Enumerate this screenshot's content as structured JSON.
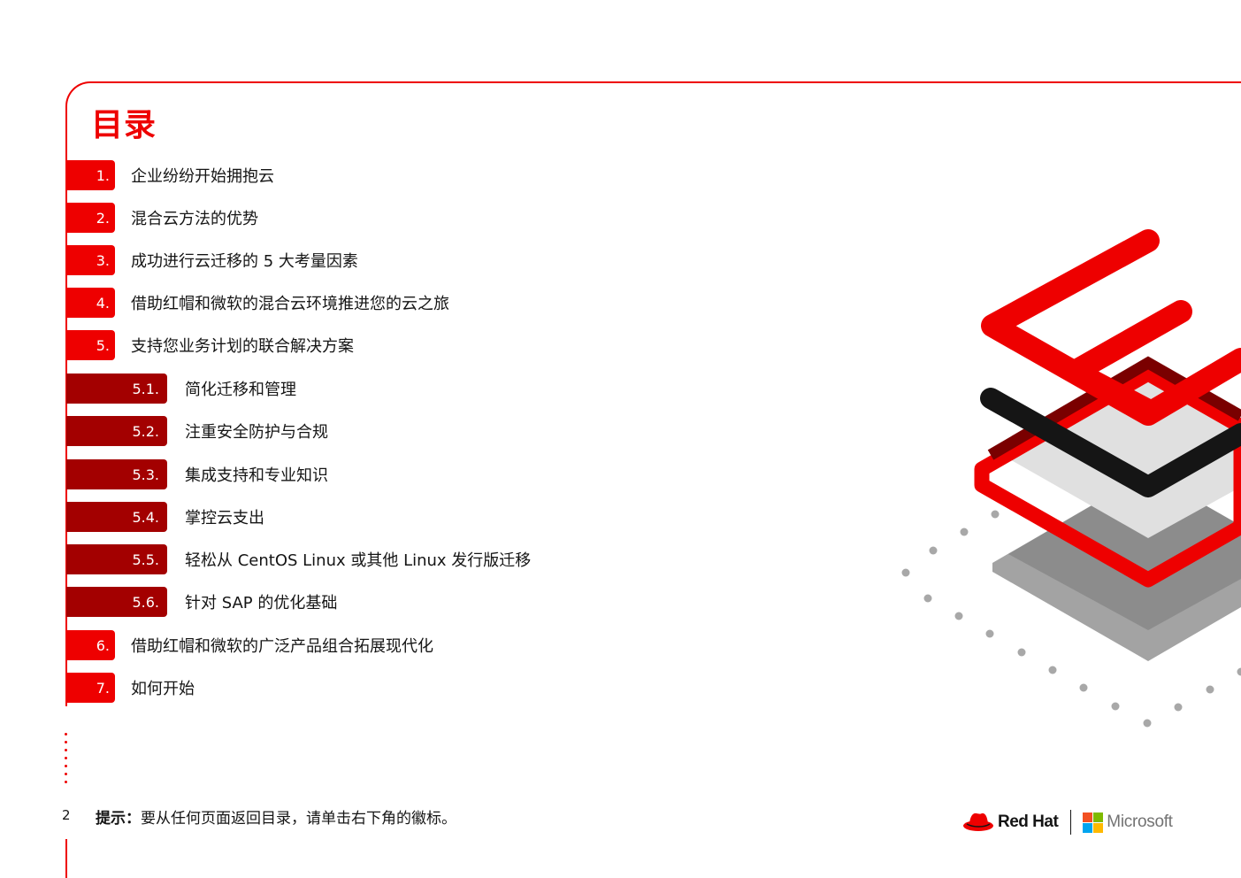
{
  "title": "目录",
  "toc": {
    "items": [
      {
        "num": "1.",
        "label": "企业纷纷开始拥抱云",
        "level": 1
      },
      {
        "num": "2.",
        "label": "混合云方法的优势",
        "level": 1
      },
      {
        "num": "3.",
        "label": "成功进行云迁移的 5 大考量因素",
        "level": 1
      },
      {
        "num": "4.",
        "label": "借助红帽和微软的混合云环境推进您的云之旅",
        "level": 1
      },
      {
        "num": "5.",
        "label": "支持您业务计划的联合解决方案",
        "level": 1
      },
      {
        "num": "5.1.",
        "label": "简化迁移和管理",
        "level": 2
      },
      {
        "num": "5.2.",
        "label": "注重安全防护与合规",
        "level": 2
      },
      {
        "num": "5.3.",
        "label": "集成支持和专业知识",
        "level": 2
      },
      {
        "num": "5.4.",
        "label": "掌控云支出",
        "level": 2
      },
      {
        "num": "5.5.",
        "label": "轻松从 CentOS Linux 或其他 Linux 发行版迁移",
        "level": 2
      },
      {
        "num": "5.6.",
        "label": "针对 SAP 的优化基础",
        "level": 2
      },
      {
        "num": "6.",
        "label": "借助红帽和微软的广泛产品组合拓展现代化",
        "level": 1
      },
      {
        "num": "7.",
        "label": "如何开始",
        "level": 1
      }
    ]
  },
  "footer": {
    "page_number": "2",
    "hint_bold": "提示：",
    "hint_text": "要从任何页面返回目录，请单击右下角的徽标。",
    "logo_redhat": "Red Hat",
    "logo_microsoft": "Microsoft"
  },
  "colors": {
    "accent": "#ee0000",
    "sub_accent": "#a30000",
    "ms_red": "#f25022",
    "ms_green": "#7fba00",
    "ms_blue": "#00a4ef",
    "ms_yellow": "#ffb900"
  },
  "icons": [
    "red-hat-fedora-icon",
    "microsoft-grid-icon",
    "layered-stack-illustration"
  ]
}
